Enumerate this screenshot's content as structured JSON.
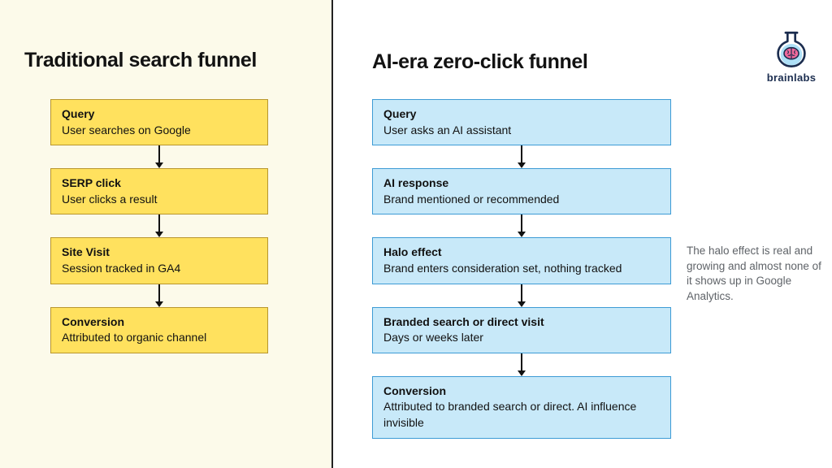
{
  "left_panel": {
    "title": "Traditional search funnel",
    "steps": [
      {
        "title": "Query",
        "desc": "User searches on Google"
      },
      {
        "title": "SERP click",
        "desc": "User clicks a result"
      },
      {
        "title": "Site Visit",
        "desc": "Session tracked in GA4"
      },
      {
        "title": "Conversion",
        "desc": "Attributed to organic channel"
      }
    ]
  },
  "right_panel": {
    "title": "AI-era zero-click funnel",
    "steps": [
      {
        "title": "Query",
        "desc": "User asks an AI assistant"
      },
      {
        "title": "AI response",
        "desc": "Brand mentioned or recommended"
      },
      {
        "title": "Halo effect",
        "desc": "Brand enters consideration set, nothing tracked"
      },
      {
        "title": "Branded search or direct visit",
        "desc": "Days or weeks later"
      },
      {
        "title": "Conversion",
        "desc": "Attributed to branded search or direct. AI influence invisible"
      }
    ],
    "note": "The halo effect is real and growing and almost none of it shows up in Google Analytics."
  },
  "logo": {
    "wordmark": "brainlabs"
  },
  "icons": {
    "arrow": "down-arrow-icon",
    "logo_flask": "flask-brain-icon"
  },
  "colors": {
    "left_bg": "#FCFAEA",
    "right_bg": "#FFFFFF",
    "yellow_fill": "#FFE15E",
    "yellow_border": "#B8962E",
    "blue_fill": "#C8E9F9",
    "blue_border": "#3D9BD5",
    "arrow": "#111111",
    "heading": "#121212",
    "note_text": "#5F6368",
    "logo_navy": "#1B2D4F",
    "logo_pink": "#F2699C",
    "logo_liquid": "#AEE0F7"
  }
}
